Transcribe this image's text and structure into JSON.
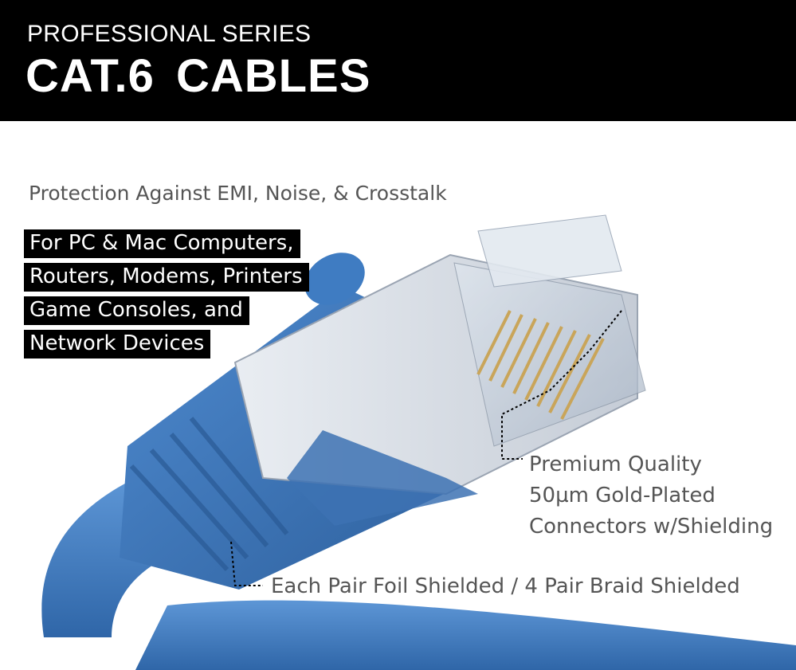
{
  "header": {
    "series": "PROFESSIONAL SERIES",
    "product": "CAT.6  CABLES"
  },
  "tagline": "Protection Against EMI, Noise, & Crosstalk",
  "uses": [
    "For PC & Mac Computers,",
    "Routers, Modems, Printers",
    "Game Consoles, and",
    "Network Devices"
  ],
  "callouts": {
    "connector": [
      "Premium Quality",
      "50µm Gold-Plated",
      "Connectors w/Shielding"
    ],
    "shielding": "Each Pair Foil Shielded / 4 Pair Braid Shielded"
  },
  "colors": {
    "cable_blue": "#3a74b9",
    "header_bg": "#000000",
    "callout_text": "#555555",
    "gold_pins": "#c9a55a"
  }
}
